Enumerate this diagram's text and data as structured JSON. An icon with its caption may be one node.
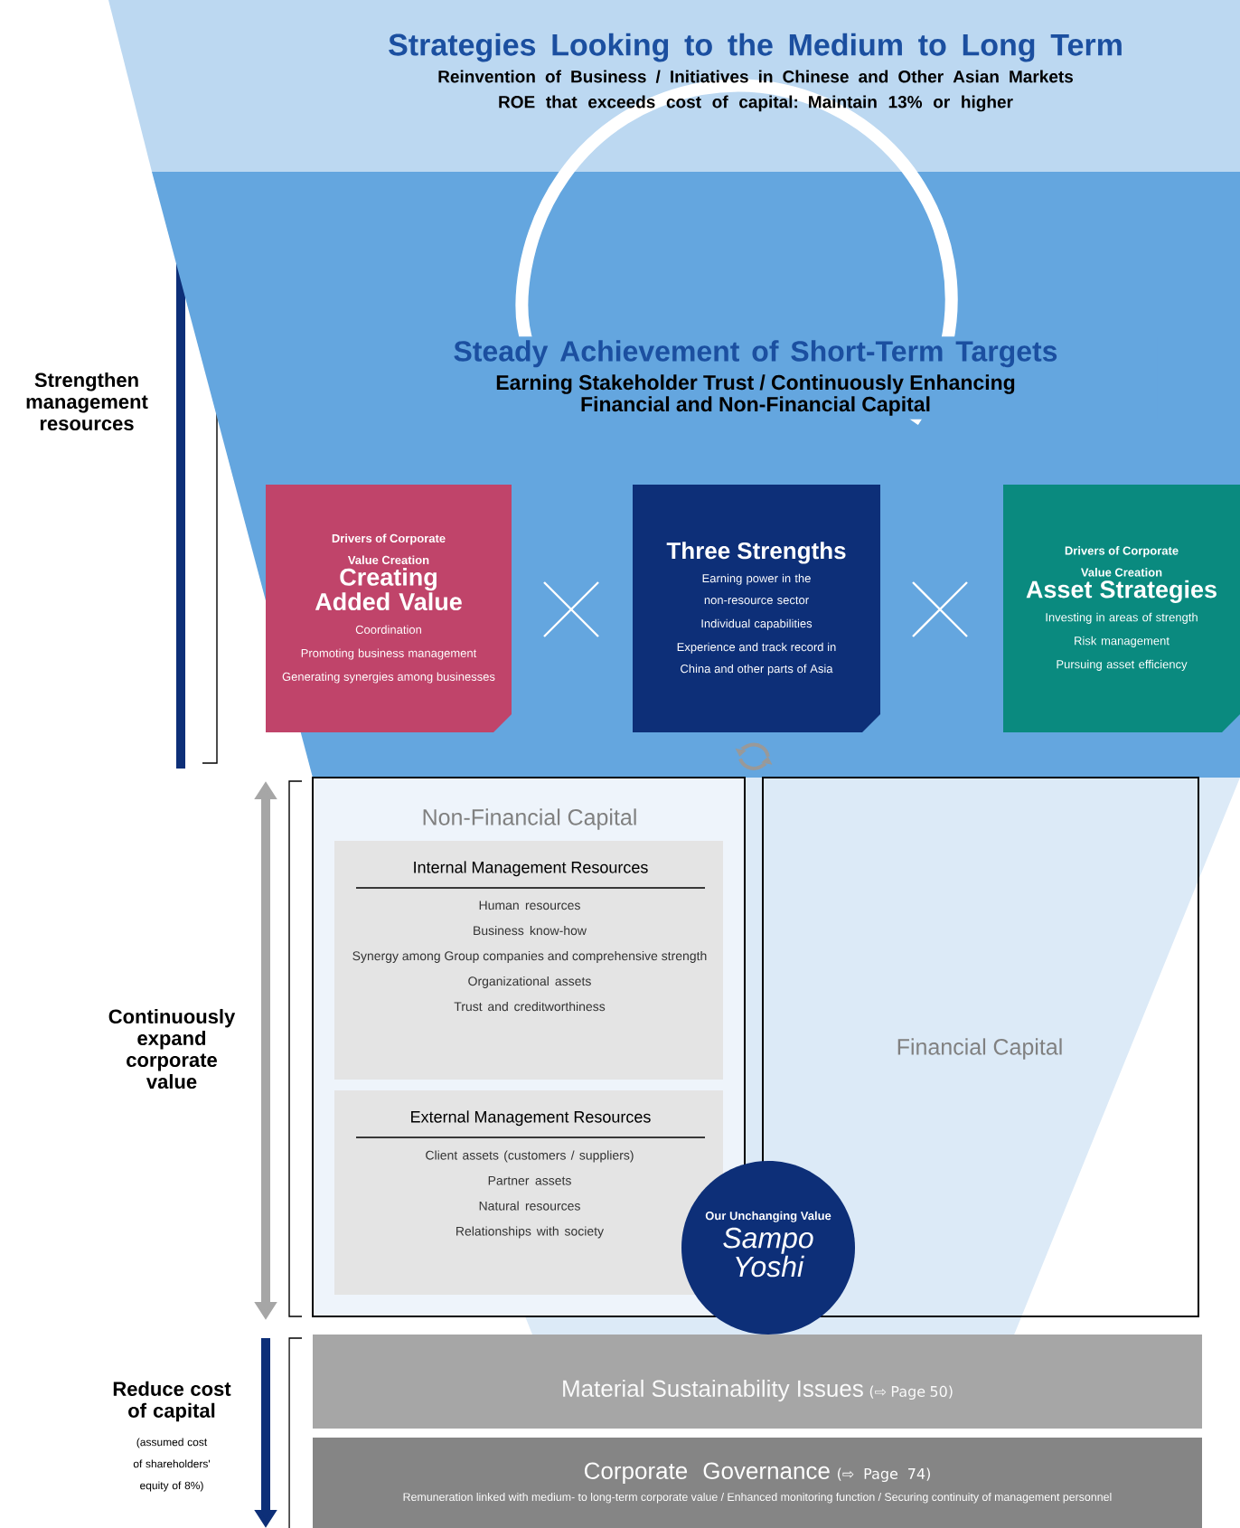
{
  "diagram": {
    "nodes": [
      {
        "text": [
          "Strategies Looking to the Medium to Long Term",
          "Reinvention of Business / Initiatives in Chinese and Other Asian Markets",
          "ROE that exceeds cost of capital: Maintain 13% or higher",
          "Steady Achievement of Short-Term Targets",
          "Earning Stakeholder Trust / Continuously Enhancing Financial and Non-Financial Capital"
        ]
      },
      {
        "text": [
          "Drivers of Corporate Value Creation",
          "Creating Added Value",
          "Coordination",
          "Promoting business management",
          "Generating synergies among businesses"
        ],
        "in": 0
      },
      {
        "text": [
          "Three Strengths",
          "Earning power in the non-resource sector",
          "Individual capabilities",
          "Experience and track record in China and other parts of Asia"
        ],
        "in": 0
      },
      {
        "text": [
          "Drivers of Corporate Value Creation",
          "Asset Strategies",
          "Investing in areas of strength",
          "Risk management",
          "Pursuing asset efficiency"
        ],
        "in": 0
      },
      {
        "text": [
          "Non-Financial Capital"
        ]
      },
      {
        "text": [
          "Internal Management Resources",
          "Human resources",
          "Business know-how",
          "Synergy among Group companies and comprehensive strength",
          "Organizational assets",
          "Trust and creditworthiness"
        ],
        "in": 4
      },
      {
        "text": [
          "External Management Resources",
          "Client assets (customers / suppliers)",
          "Partner assets",
          "Natural resources",
          "Relationships with society"
        ],
        "in": 4
      },
      {
        "text": [
          "Financial Capital"
        ]
      },
      {
        "text": [
          "Our Unchanging Value",
          "Sampo Yoshi"
        ]
      },
      {
        "text": [
          "Material Sustainability Issues",
          "(⇨ Page 50)"
        ]
      },
      {
        "text": [
          "Corporate Governance",
          "(⇨ Page 74)",
          "Remuneration linked with medium- to long-term corporate value / Enhanced monitoring function / Securing continuity of management personnel"
        ]
      }
    ],
    "labels": [
      "Strengthen management resources",
      "Continuously expand corporate value",
      "Reduce cost of capital",
      "(assumed cost of shareholders' equity of 8%)"
    ]
  }
}
